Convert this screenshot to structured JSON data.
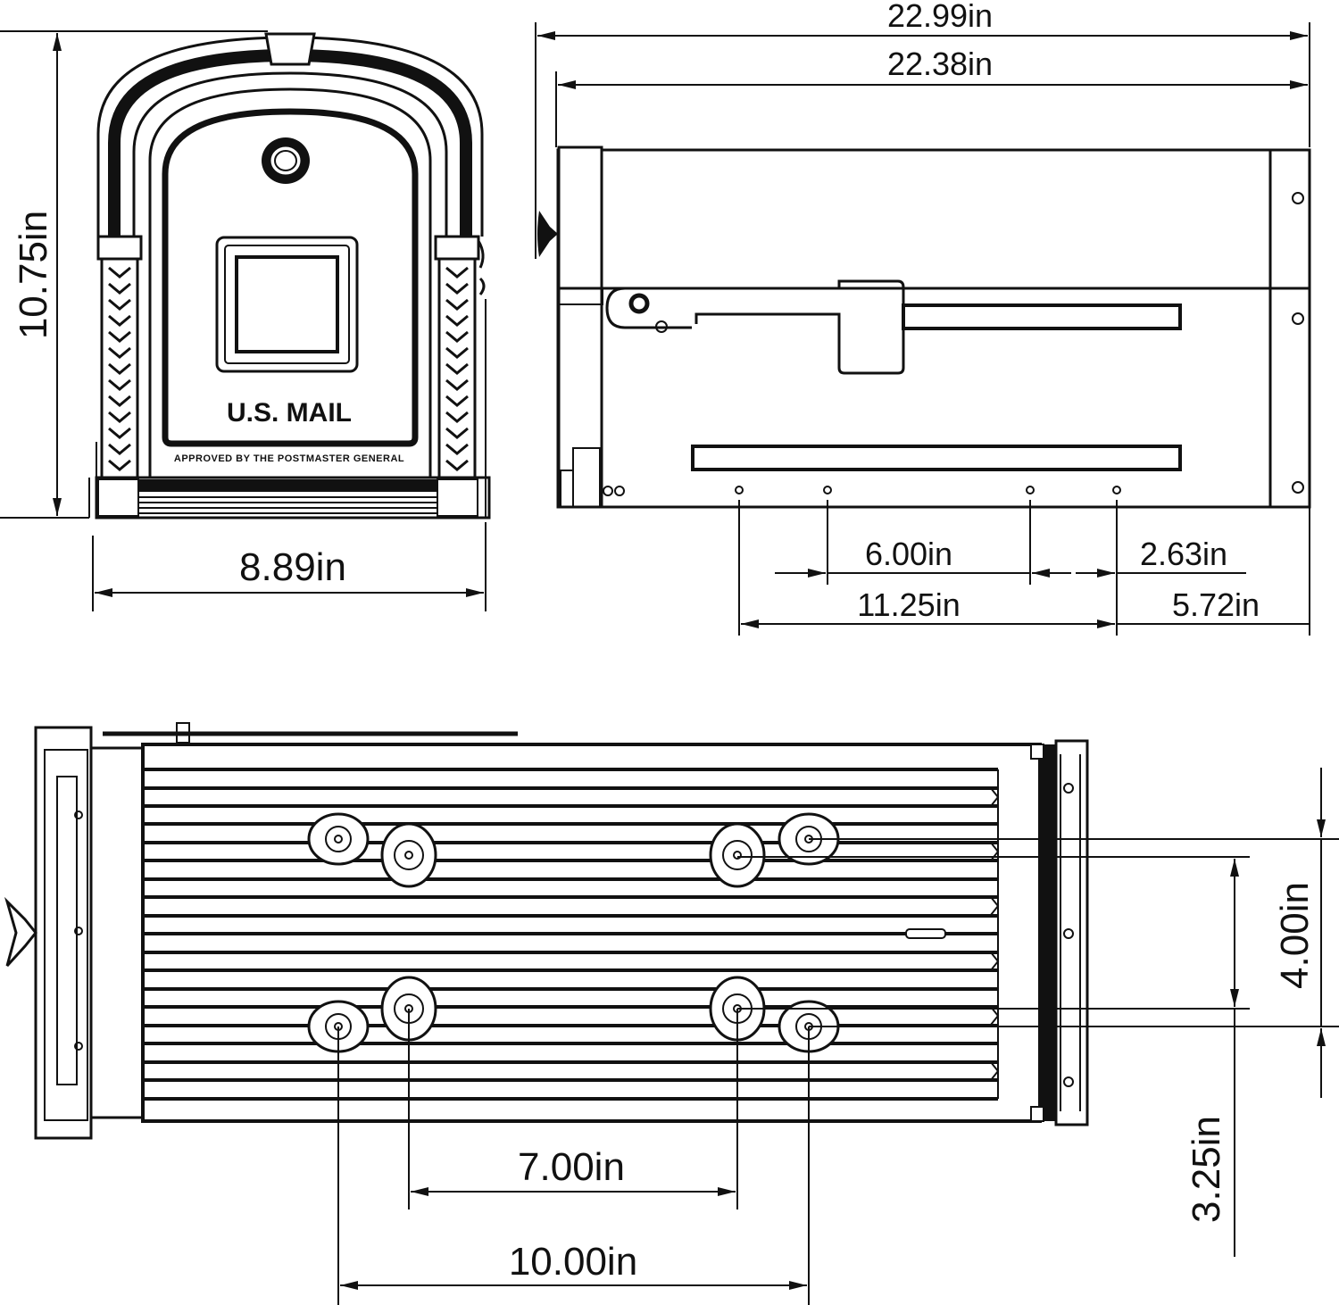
{
  "drawing": {
    "front_view": {
      "height_label": "10.75in",
      "width_label": "8.89in",
      "plate_text": "U.S. MAIL",
      "plate_subtext": "APPROVED BY THE POSTMASTER GENERAL"
    },
    "side_view": {
      "overall_length_label": "22.99in",
      "body_length_label": "22.38in",
      "hole_spacing_a_label": "6.00in",
      "hole_offset_b_label": "2.63in",
      "hole_spacing_c_label": "11.25in",
      "hole_offset_d_label": "5.72in"
    },
    "bottom_view": {
      "inner_spacing_x_label": "7.00in",
      "outer_spacing_x_label": "10.00in",
      "outer_spacing_y_label": "4.00in",
      "inner_spacing_y_label": "3.25in"
    },
    "colors": {
      "line": "#111111",
      "background": "#ffffff"
    }
  }
}
